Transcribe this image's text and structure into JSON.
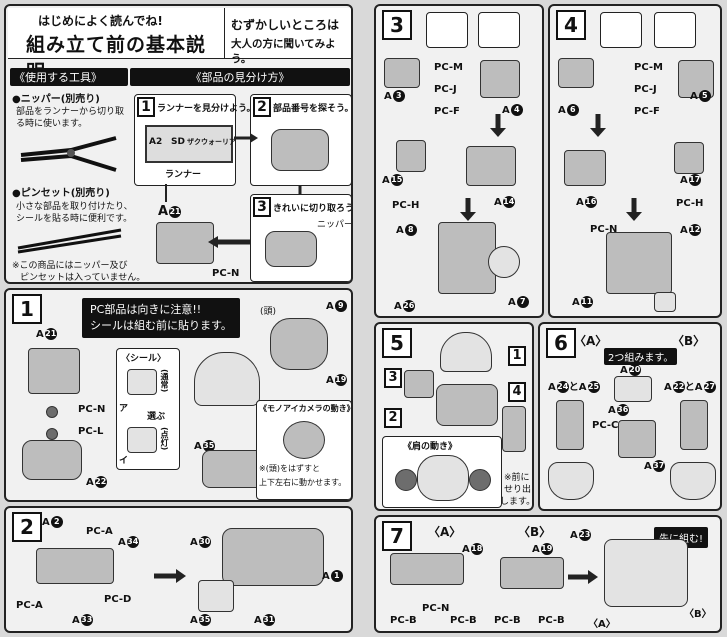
{
  "intro": {
    "title_small": "はじめによく読んでね!",
    "title_big": "組み立て前の基本説明",
    "hint_line1": "むずかしいところは",
    "hint_line2": "大人の方に聞いてみよう。",
    "tools_heading": "《使用する工具》",
    "nipper_label": "●ニッパー(別売り)",
    "nipper_desc1": "部品をランナーから切り取",
    "nipper_desc2": "る時に使います。",
    "tweezers_label": "●ピンセット(別売り)",
    "tweezers_desc1": "小さな部品を取り付けたり、",
    "tweezers_desc2": "シールを貼る時に便利です。",
    "note1": "※この商品にはニッパー及び",
    "note2": "ピンセットは入っていません。",
    "parts_heading": "《部品の見分け方》",
    "sub1": "ランナーを見分けよう。",
    "sub2": "部品番号を探そう。",
    "sub3": "きれいに切り取ろう。",
    "runner_label": "ランナー",
    "runner_tag": "A2",
    "runner_tag2": "SD",
    "runner_name": "ザクウォーリア",
    "nipper_word": "ニッパー",
    "ref_a": "A",
    "ref_a_num": "21",
    "pcn": "PC-N"
  },
  "step1": {
    "num": "1",
    "pc_warn1": "PC部品は向きに注意!!",
    "pc_warn2": "シールは組む前に貼ります。",
    "seal_heading": "〈シール〉",
    "choose": "選ぶ",
    "normal": "(通常)",
    "lit": "(点灯)",
    "head": "(頭)",
    "monoeye_heading": "《モノアイカメラの動き》",
    "monoeye_note1": "※(頭)をはずすと",
    "monoeye_note2": "上下左右に動かせます。",
    "a": "A",
    "refs": [
      "21",
      "9",
      "19",
      "35",
      "22"
    ],
    "pcn": "PC-N",
    "pcl": "PC-L",
    "a_mark": "ア",
    "i_mark": "イ"
  },
  "step2": {
    "num": "2",
    "a": "A",
    "refs": [
      "2",
      "34",
      "33",
      "30",
      "1",
      "35",
      "31"
    ],
    "pca": "PC-A",
    "pca2": "PC-A",
    "pcd": "PC-D"
  },
  "step3": {
    "num": "3",
    "a": "A",
    "refs": [
      "3",
      "4",
      "15",
      "14",
      "8",
      "26",
      "7"
    ],
    "pcm": "PC-M",
    "pcj": "PC-J",
    "pcf": "PC-F",
    "pch": "PC-H"
  },
  "step4": {
    "num": "4",
    "a": "A",
    "refs": [
      "6",
      "5",
      "16",
      "17",
      "12",
      "11"
    ],
    "pcm": "PC-M",
    "pcj": "PC-J",
    "pcf": "PC-F",
    "pch": "PC-H",
    "pcn": "PC-N"
  },
  "step5": {
    "num": "5",
    "labels": [
      "1",
      "2",
      "3",
      "4"
    ],
    "shoulder_heading": "《肩の動き》",
    "note1": "※前に",
    "note2": "せり出",
    "note3": "します。"
  },
  "step6": {
    "num": "6",
    "label_a": "〈A〉",
    "label_b": "〈B〉",
    "twoset": "2つ組みます。",
    "a": "A",
    "to": "と",
    "refs": [
      "20",
      "24",
      "25",
      "36",
      "37",
      "22",
      "27"
    ],
    "pcc": "PC-C"
  },
  "step7": {
    "num": "7",
    "label_a": "〈A〉",
    "label_b": "〈B〉",
    "first": "先に組む!",
    "a": "A",
    "refs": [
      "18",
      "19",
      "23"
    ],
    "pcb": "PC-B",
    "pcn": "PC-N",
    "bottom_a": "〈A〉",
    "bottom_b": "〈B〉"
  }
}
